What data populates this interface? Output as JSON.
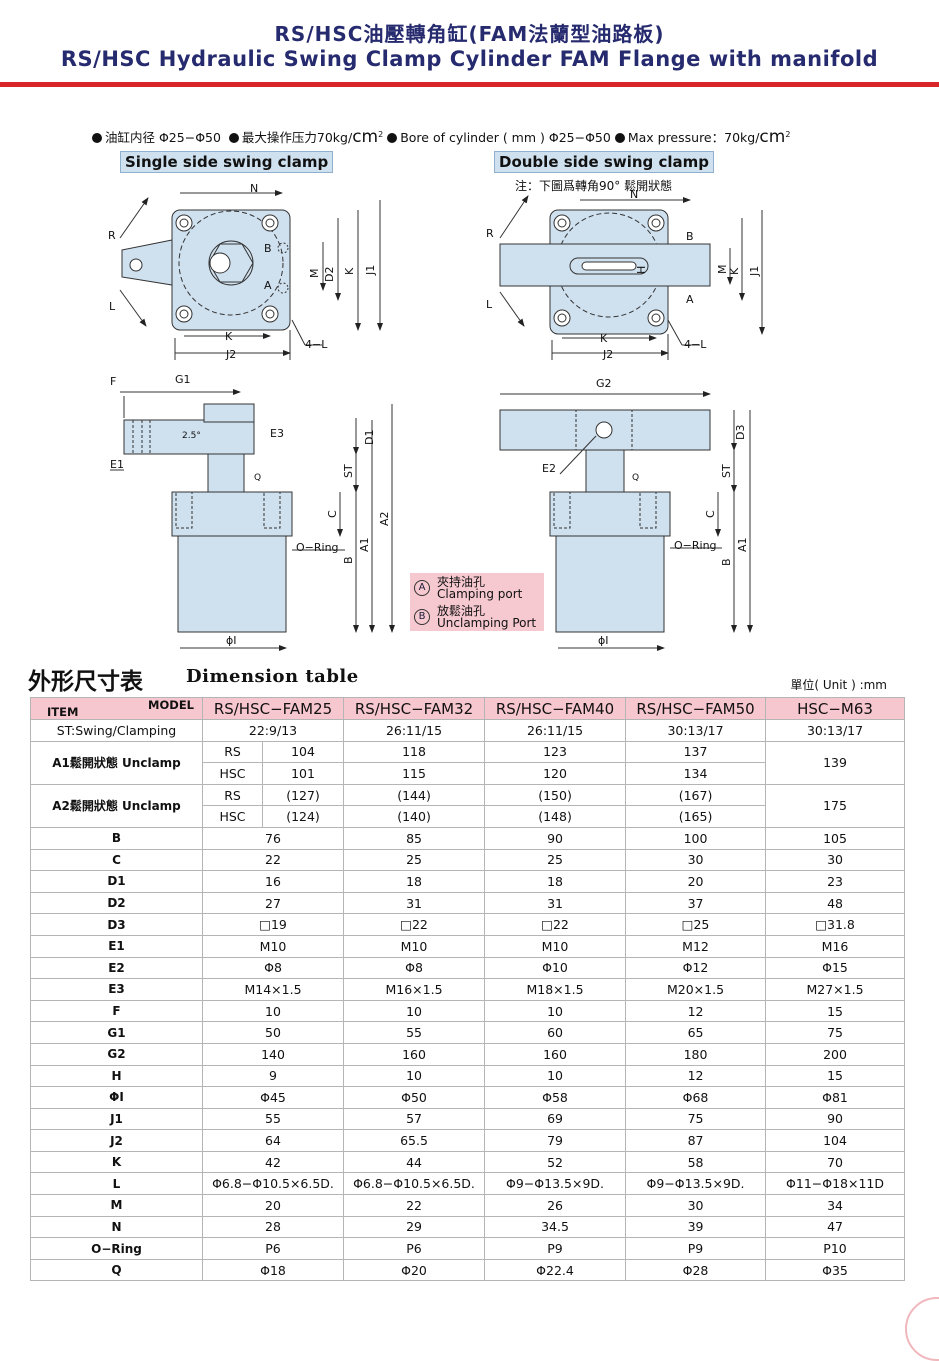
{
  "header": {
    "title_cn": "RS/HSC油壓轉角缸(FAM法蘭型油路板)",
    "title_en": "RS/HSC Hydraulic Swing Clamp Cylinder FAM Flange with manifold"
  },
  "specs": {
    "bore_cn": "油缸内径 Φ25−Φ50",
    "pressure_cn": "最大操作压力70kg/",
    "bore_en": "Bore of cylinder ( mm ) Φ25−Φ50",
    "pressure_en": "Max pressure：70kg/",
    "unit_base": "cm",
    "unit_exp": "2"
  },
  "diagram_labels": {
    "single": "Single side swing clamp",
    "double": "Double side swing clamp",
    "double_note": "注：下圖爲轉角90° 鬆開狀態",
    "R": "R",
    "L": "L",
    "N": "N",
    "K": "K",
    "J2": "J2",
    "J1": "J1",
    "M": "M",
    "D2": "D2",
    "H": "H",
    "four_L": "4−L",
    "F": "F",
    "G1": "G1",
    "G2": "G2",
    "E1": "E1",
    "E2": "E2",
    "E3": "E3",
    "angle": "2.5°",
    "D1": "D1",
    "D3": "D3",
    "ST": "ST",
    "Q": "Q",
    "C": "C",
    "A1": "A1",
    "A2": "A2",
    "B": "B",
    "O_Ring": "O−Ring",
    "phi_I": "ϕI",
    "port_A": "A",
    "port_B": "B"
  },
  "legend": [
    {
      "mark": "A",
      "cn": "夾持油孔",
      "en": "Clamping port"
    },
    {
      "mark": "B",
      "cn": "放鬆油孔",
      "en": "Unclamping Port"
    }
  ],
  "table_title": {
    "cn": "外形尺寸表",
    "en": "Dimension table",
    "unit": "單位( Unit ) :mm"
  },
  "table": {
    "model_label": "MODEL",
    "item_label": "ITEM",
    "models": [
      "RS/HSC−FAM25",
      "RS/HSC−FAM32",
      "RS/HSC−FAM40",
      "RS/HSC−FAM50",
      "HSC−M63"
    ],
    "st": {
      "label": "ST:Swing/Clamping",
      "values": [
        "22:9/13",
        "26:11/15",
        "26:11/15",
        "30:13/17",
        "30:13/17"
      ]
    },
    "a1": {
      "label": "A1鬆開狀態 Unclamp",
      "rs": {
        "sub": "RS",
        "values": [
          "104",
          "118",
          "123",
          "137",
          ""
        ]
      },
      "hsc": {
        "sub": "HSC",
        "values": [
          "101",
          "115",
          "120",
          "134",
          "139"
        ]
      }
    },
    "a2": {
      "label": "A2鬆開狀態 Unclamp",
      "rs": {
        "sub": "RS",
        "values": [
          "(127)",
          "(144)",
          "(150)",
          "(167)",
          ""
        ]
      },
      "hsc": {
        "sub": "HSC",
        "values": [
          "(124)",
          "(140)",
          "(148)",
          "(165)",
          "175"
        ]
      }
    },
    "rows": [
      {
        "item": "B",
        "values": [
          "76",
          "85",
          "90",
          "100",
          "105"
        ]
      },
      {
        "item": "C",
        "values": [
          "22",
          "25",
          "25",
          "30",
          "30"
        ]
      },
      {
        "item": "D1",
        "values": [
          "16",
          "18",
          "18",
          "20",
          "23"
        ]
      },
      {
        "item": "D2",
        "values": [
          "27",
          "31",
          "31",
          "37",
          "48"
        ]
      },
      {
        "item": "D3",
        "values": [
          "□19",
          "□22",
          "□22",
          "□25",
          "□31.8"
        ]
      },
      {
        "item": "E1",
        "values": [
          "M10",
          "M10",
          "M10",
          "M12",
          "M16"
        ]
      },
      {
        "item": "E2",
        "values": [
          "Φ8",
          "Φ8",
          "Φ10",
          "Φ12",
          "Φ15"
        ]
      },
      {
        "item": "E3",
        "values": [
          "M14×1.5",
          "M16×1.5",
          "M18×1.5",
          "M20×1.5",
          "M27×1.5"
        ]
      },
      {
        "item": "F",
        "values": [
          "10",
          "10",
          "10",
          "12",
          "15"
        ]
      },
      {
        "item": "G1",
        "values": [
          "50",
          "55",
          "60",
          "65",
          "75"
        ]
      },
      {
        "item": "G2",
        "values": [
          "140",
          "160",
          "160",
          "180",
          "200"
        ]
      },
      {
        "item": "H",
        "values": [
          "9",
          "10",
          "10",
          "12",
          "15"
        ]
      },
      {
        "item": "ΦI",
        "values": [
          "Φ45",
          "Φ50",
          "Φ58",
          "Φ68",
          "Φ81"
        ]
      },
      {
        "item": "J1",
        "values": [
          "55",
          "57",
          "69",
          "75",
          "90"
        ]
      },
      {
        "item": "J2",
        "values": [
          "64",
          "65.5",
          "79",
          "87",
          "104"
        ]
      },
      {
        "item": "K",
        "values": [
          "42",
          "44",
          "52",
          "58",
          "70"
        ]
      },
      {
        "item": "L",
        "values": [
          "Φ6.8−Φ10.5×6.5D.",
          "Φ6.8−Φ10.5×6.5D.",
          "Φ9−Φ13.5×9D.",
          "Φ9−Φ13.5×9D.",
          "Φ11−Φ18×11D"
        ]
      },
      {
        "item": "M",
        "values": [
          "20",
          "22",
          "26",
          "30",
          "34"
        ]
      },
      {
        "item": "N",
        "values": [
          "28",
          "29",
          "34.5",
          "39",
          "47"
        ]
      },
      {
        "item": "O−Ring",
        "values": [
          "P6",
          "P6",
          "P9",
          "P9",
          "P10"
        ]
      },
      {
        "item": "Q",
        "values": [
          "Φ18",
          "Φ20",
          "Φ22.4",
          "Φ28",
          "Φ35"
        ]
      }
    ]
  }
}
